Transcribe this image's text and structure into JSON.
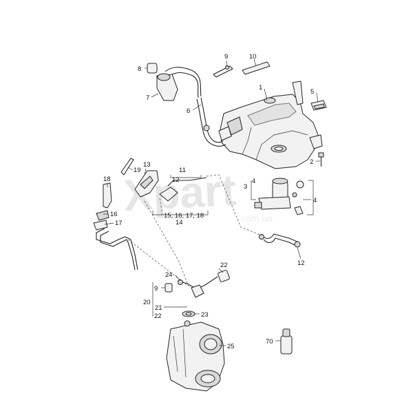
{
  "watermark": {
    "brand": "Xpart",
    "url": "com.ua"
  },
  "callouts": {
    "c1": "1",
    "c2": "2",
    "c3": "3",
    "c4a": "4",
    "c4b": "4",
    "c5": "5",
    "c6": "6",
    "c7": "7",
    "c8": "8",
    "c9": "9",
    "c10": "10",
    "c11": "11",
    "c12a": "12",
    "c12b": "12",
    "c13": "13",
    "c14": "14",
    "c15_18": "15, 16, 17, 18",
    "c16": "16",
    "c17": "17",
    "c18": "18",
    "c19": "19",
    "c20": "20",
    "c21": "21",
    "c22a": "22",
    "c22b": "22",
    "c23": "23",
    "c24": "24",
    "c25": "25",
    "c9b": "9",
    "c70": "70"
  },
  "colors": {
    "line": "#222222",
    "fill": "#f2f2f2",
    "shade": "#d9d9d9"
  }
}
